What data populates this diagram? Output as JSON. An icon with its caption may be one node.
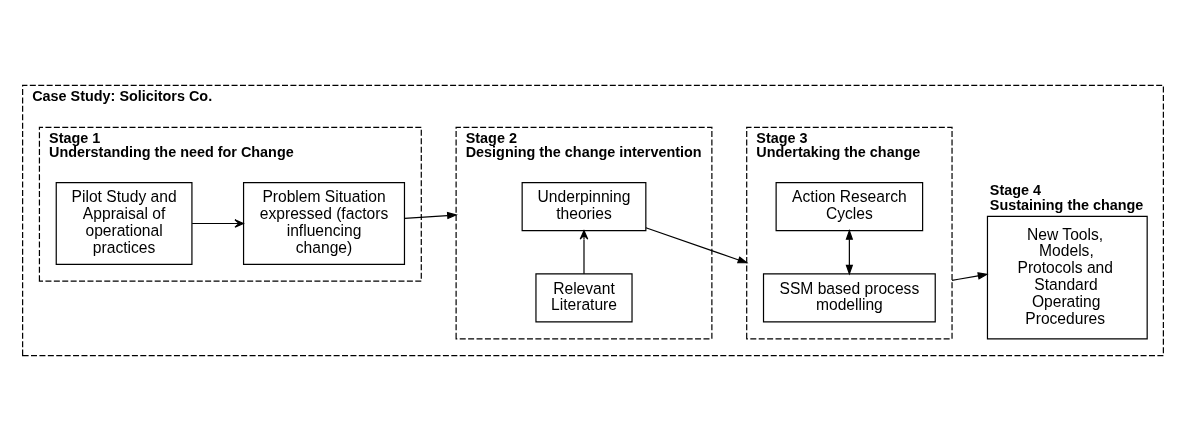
{
  "diagram": {
    "nodes": [
      {
        "text": [
          "Case Study: Solicitors Co."
        ]
      },
      {
        "text": [
          "Stage 1",
          "Understanding the need for Change"
        ],
        "in": 0
      },
      {
        "text": [
          "Pilot Study and Appraisal of operational practices"
        ],
        "in": 1
      },
      {
        "text": [
          "Problem Situation expressed (factors influencing change)"
        ],
        "in": 1
      },
      {
        "text": [
          "Stage 2",
          "Designing the change intervention"
        ],
        "in": 0
      },
      {
        "text": [
          "Underpinning theories"
        ],
        "in": 4
      },
      {
        "text": [
          "Relevant Literature"
        ],
        "in": 4
      },
      {
        "text": [
          "Stage 3",
          "Undertaking the change"
        ],
        "in": 0
      },
      {
        "text": [
          "SSM based process modelling"
        ],
        "in": 7
      },
      {
        "text": [
          "Action Research Cycles"
        ],
        "in": 7
      },
      {
        "text": [
          "Stage 4",
          "Sustaining the change",
          "New Tools, Models, Protocols and Standard Operating Procedures"
        ],
        "in": 0
      }
    ],
    "edges": [
      {
        "from": 2,
        "to": 3,
        "arrow": "to"
      },
      {
        "from": 3,
        "to": 4,
        "arrow": "to"
      },
      {
        "from": 6,
        "to": 5,
        "arrow": "to"
      },
      {
        "from": 5,
        "to": 7,
        "arrow": "to"
      },
      {
        "from": 8,
        "to": 9,
        "arrow": "both"
      },
      {
        "from": 7,
        "to": 10,
        "arrow": "to"
      }
    ]
  }
}
